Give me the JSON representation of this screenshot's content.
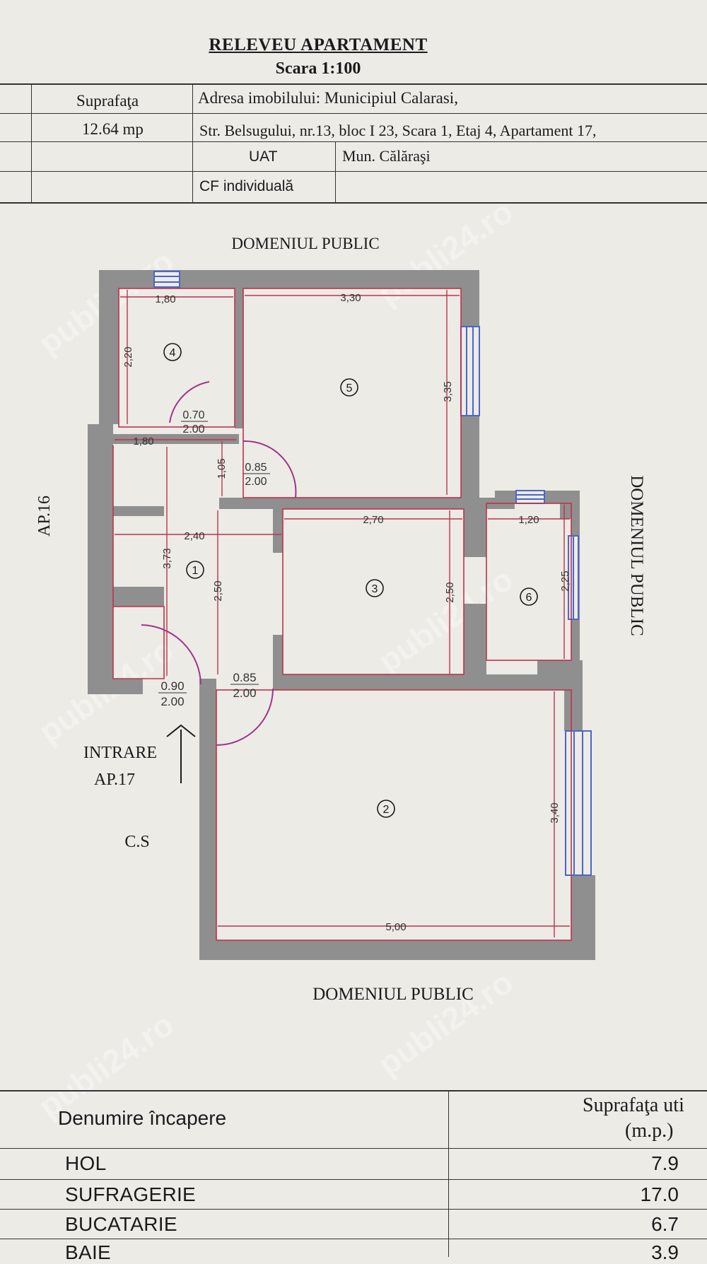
{
  "header": {
    "title": "RELEVEU APARTAMENT",
    "scale": "Scara 1:100",
    "surface_label": "Suprafaţa",
    "surface_value": "12.64 mp",
    "address_line1": "Adresa imobilului: Municipiul Calarasi,",
    "address_line2": "Str. Belsugului, nr.13, bloc I 23, Scara 1, Etaj 4, Apartament 17,",
    "uat_label": "UAT",
    "uat_value": "Mun. Călăraşi",
    "cf_label": "CF individuală"
  },
  "plan": {
    "top_label": "DOMENIUL PUBLIC",
    "bottom_label": "DOMENIUL PUBLIC",
    "right_label": "DOMENIUL PUBLIC",
    "left_label": "AP.16",
    "entrance_label_1": "INTRARE",
    "entrance_label_2": "AP.17",
    "cs_label": "C.S",
    "rooms": {
      "r1": "1",
      "r2": "2",
      "r3": "3",
      "r4": "4",
      "r5": "5",
      "r6": "6"
    },
    "dimensions": {
      "d_180_top": "1,80",
      "d_330": "3,30",
      "d_220": "2,20",
      "d_335": "3,35",
      "d_180_mid": "1,80",
      "d_105": "1,05",
      "d_240": "2,40",
      "d_270": "2,70",
      "d_120": "1,20",
      "d_373": "3,73",
      "d_250_a": "2,50",
      "d_250_b": "2,50",
      "d_225": "2,25",
      "d_340": "3,40",
      "d_500": "5,00"
    },
    "doors": {
      "door4_w": "0.70",
      "door4_h": "2.00",
      "door5_w": "0.85",
      "door5_h": "2.00",
      "door_entry_w": "0.90",
      "door_entry_h": "2.00",
      "door2_w": "0.85",
      "door2_h": "2.00"
    }
  },
  "rooms_table": {
    "col_name": "Denumire încapere",
    "col_area_1": "Suprafaţa uti",
    "col_area_2": "(m.p.)",
    "rows": [
      {
        "name": "HOL",
        "area": "7.9"
      },
      {
        "name": "SUFRAGERIE",
        "area": "17.0"
      },
      {
        "name": "BUCATARIE",
        "area": "6.7"
      },
      {
        "name": "BAIE",
        "area": "3.9"
      }
    ]
  },
  "watermark": "publi24.ro"
}
